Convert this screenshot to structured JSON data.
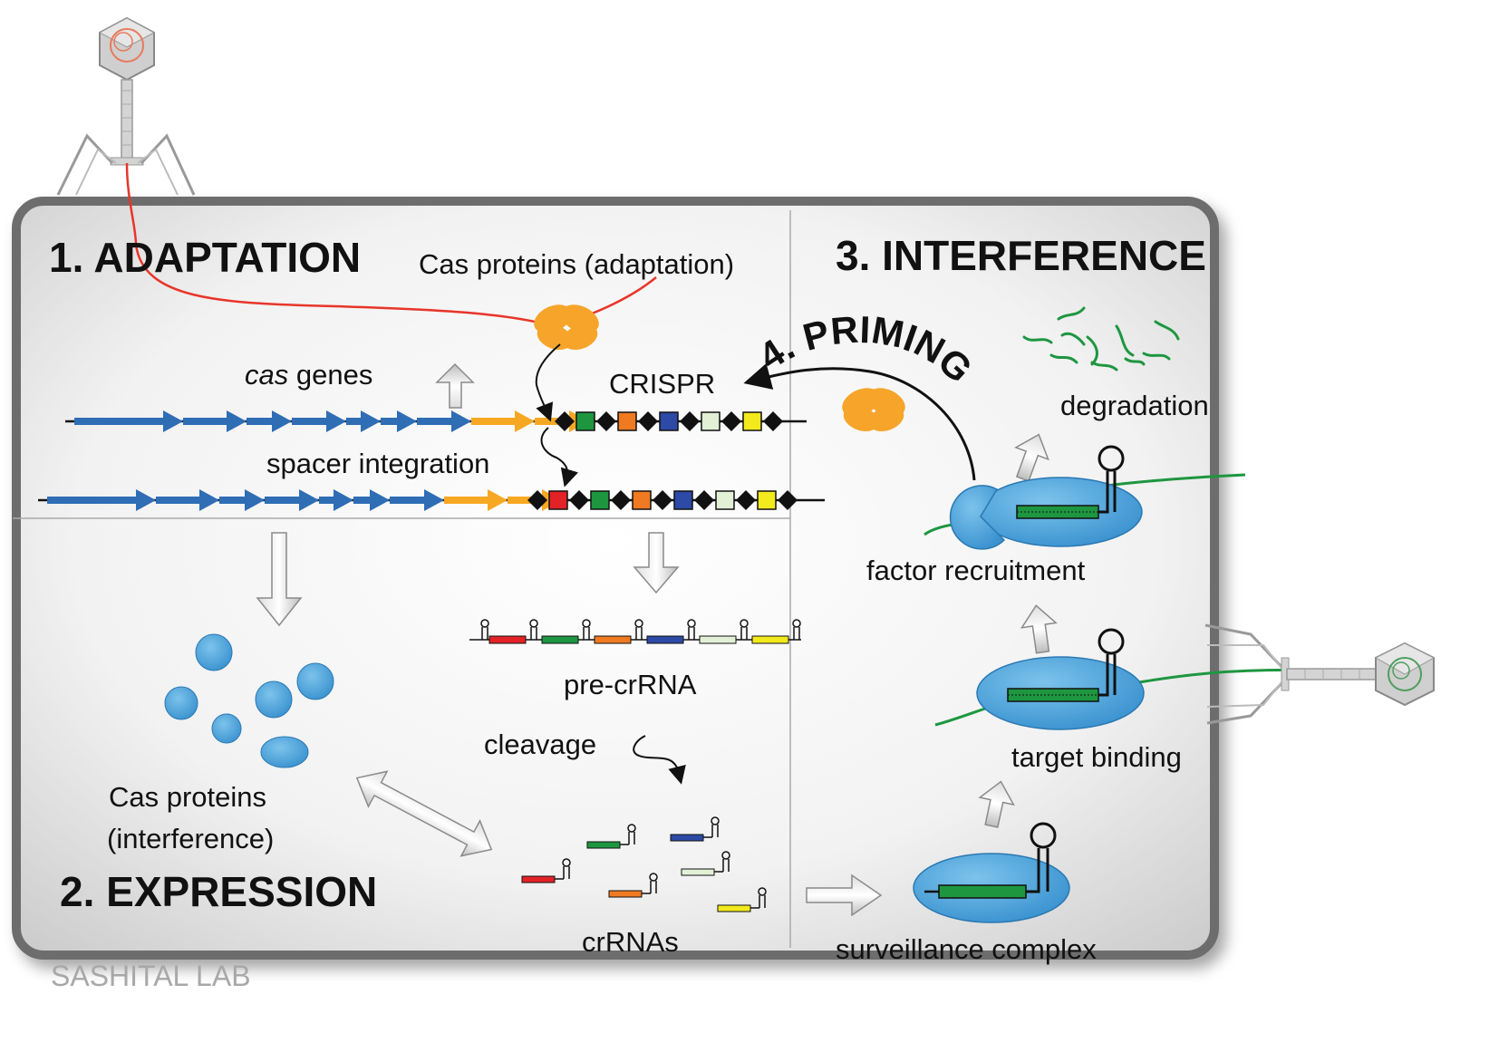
{
  "sections": {
    "adaptation": "1. ADAPTATION",
    "expression": "2. EXPRESSION",
    "interference": "3. INTERFERENCE",
    "priming": "4. PRIMING"
  },
  "labels": {
    "cas_proteins_adaptation": "Cas proteins (adaptation)",
    "cas_genes_italic": "cas",
    "cas_genes_rest": " genes",
    "crispr": "CRISPR",
    "spacer_integration": "spacer integration",
    "pre_crrna": "pre-crRNA",
    "cleavage": "cleavage",
    "cas_proteins_interference_1": "Cas proteins",
    "cas_proteins_interference_2": "(interference)",
    "crrnas": "crRNAs",
    "surveillance_complex": "surveillance complex",
    "target_binding": "target binding",
    "factor_recruitment": "factor recruitment",
    "degradation": "degradation"
  },
  "watermark": "SASHITAL LAB",
  "colors": {
    "gene_blue": "#2f6db5",
    "gene_orange": "#f7a823",
    "protein_blue": "#4ba3dc",
    "protein_orange": "#f7a42a",
    "dna_green": "#1e9640",
    "phage_dna_red": "#e8352a",
    "spacer_colors": [
      "#1e9640",
      "#f07a22",
      "#2c4aa6",
      "#e2f0d6",
      "#f2ea1c"
    ],
    "new_spacer": "#e32227"
  }
}
